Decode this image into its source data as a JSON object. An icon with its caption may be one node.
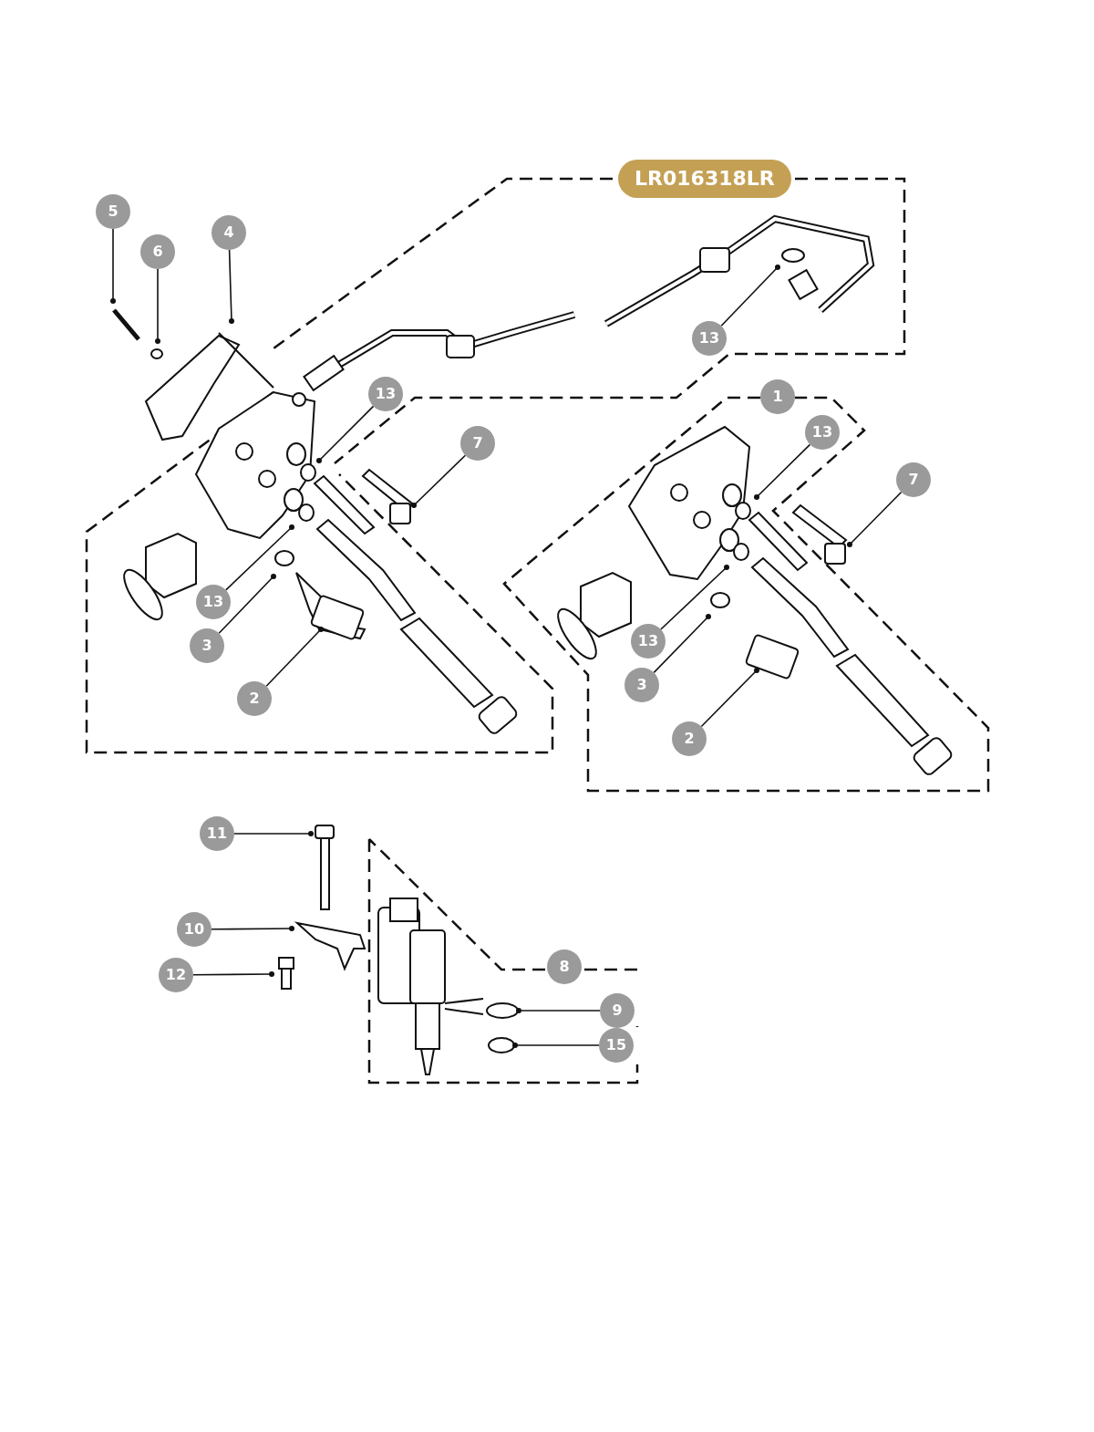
{
  "diagram": {
    "nodes": [
      {
        "text": [
          "5"
        ]
      },
      {
        "text": [
          "4"
        ]
      },
      {
        "text": [
          "6"
        ]
      },
      {
        "text": [
          "13"
        ]
      },
      {
        "text": [
          "13"
        ]
      },
      {
        "text": [
          "1"
        ]
      },
      {
        "text": [
          "13"
        ]
      },
      {
        "text": [
          "7"
        ]
      },
      {
        "text": [
          "7"
        ]
      },
      {
        "text": [
          "13"
        ]
      },
      {
        "text": [
          "13"
        ]
      },
      {
        "text": [
          "3"
        ]
      },
      {
        "text": [
          "3"
        ]
      },
      {
        "text": [
          "2"
        ]
      },
      {
        "text": [
          "2"
        ]
      },
      {
        "text": [
          "11"
        ]
      },
      {
        "text": [
          "10"
        ]
      },
      {
        "text": [
          "8"
        ]
      },
      {
        "text": [
          "12"
        ]
      },
      {
        "text": [
          "9"
        ]
      },
      {
        "text": [
          "15"
        ]
      },
      {
        "text": [],
        "shape": "circle"
      },
      {
        "text": [],
        "shape": "circle"
      }
    ],
    "edges": [
      {
        "from": 0,
        "to": null,
        "arrow": "other"
      },
      {
        "from": 1,
        "to": null,
        "arrow": "other"
      },
      {
        "from": 2,
        "to": null,
        "arrow": "other"
      },
      {
        "from": 3,
        "to": null,
        "arrow": "other"
      },
      {
        "from": 4,
        "to": null,
        "arrow": "other"
      },
      {
        "from": 6,
        "to": null,
        "arrow": "other"
      },
      {
        "from": 7,
        "to": null,
        "arrow": "other"
      },
      {
        "from": 8,
        "to": null,
        "arrow": "other"
      },
      {
        "from": 9,
        "to": null,
        "arrow": "other"
      },
      {
        "from": 10,
        "to": null,
        "arrow": "other"
      },
      {
        "from": 11,
        "to": null,
        "arrow": "other"
      },
      {
        "from": 12,
        "to": null,
        "arrow": "other"
      },
      {
        "from": 13,
        "to": null,
        "arrow": "other"
      },
      {
        "from": 14,
        "to": null,
        "arrow": "other"
      },
      {
        "from": 15,
        "to": null,
        "arrow": "other"
      },
      {
        "from": 16,
        "to": null,
        "arrow": "other"
      },
      {
        "from": 18,
        "to": null,
        "arrow": "other"
      },
      {
        "from": 19,
        "to": 21,
        "arrow": "other"
      },
      {
        "from": 20,
        "to": 22,
        "arrow": "other"
      }
    ],
    "labels": [
      "LR016318LR"
    ]
  }
}
